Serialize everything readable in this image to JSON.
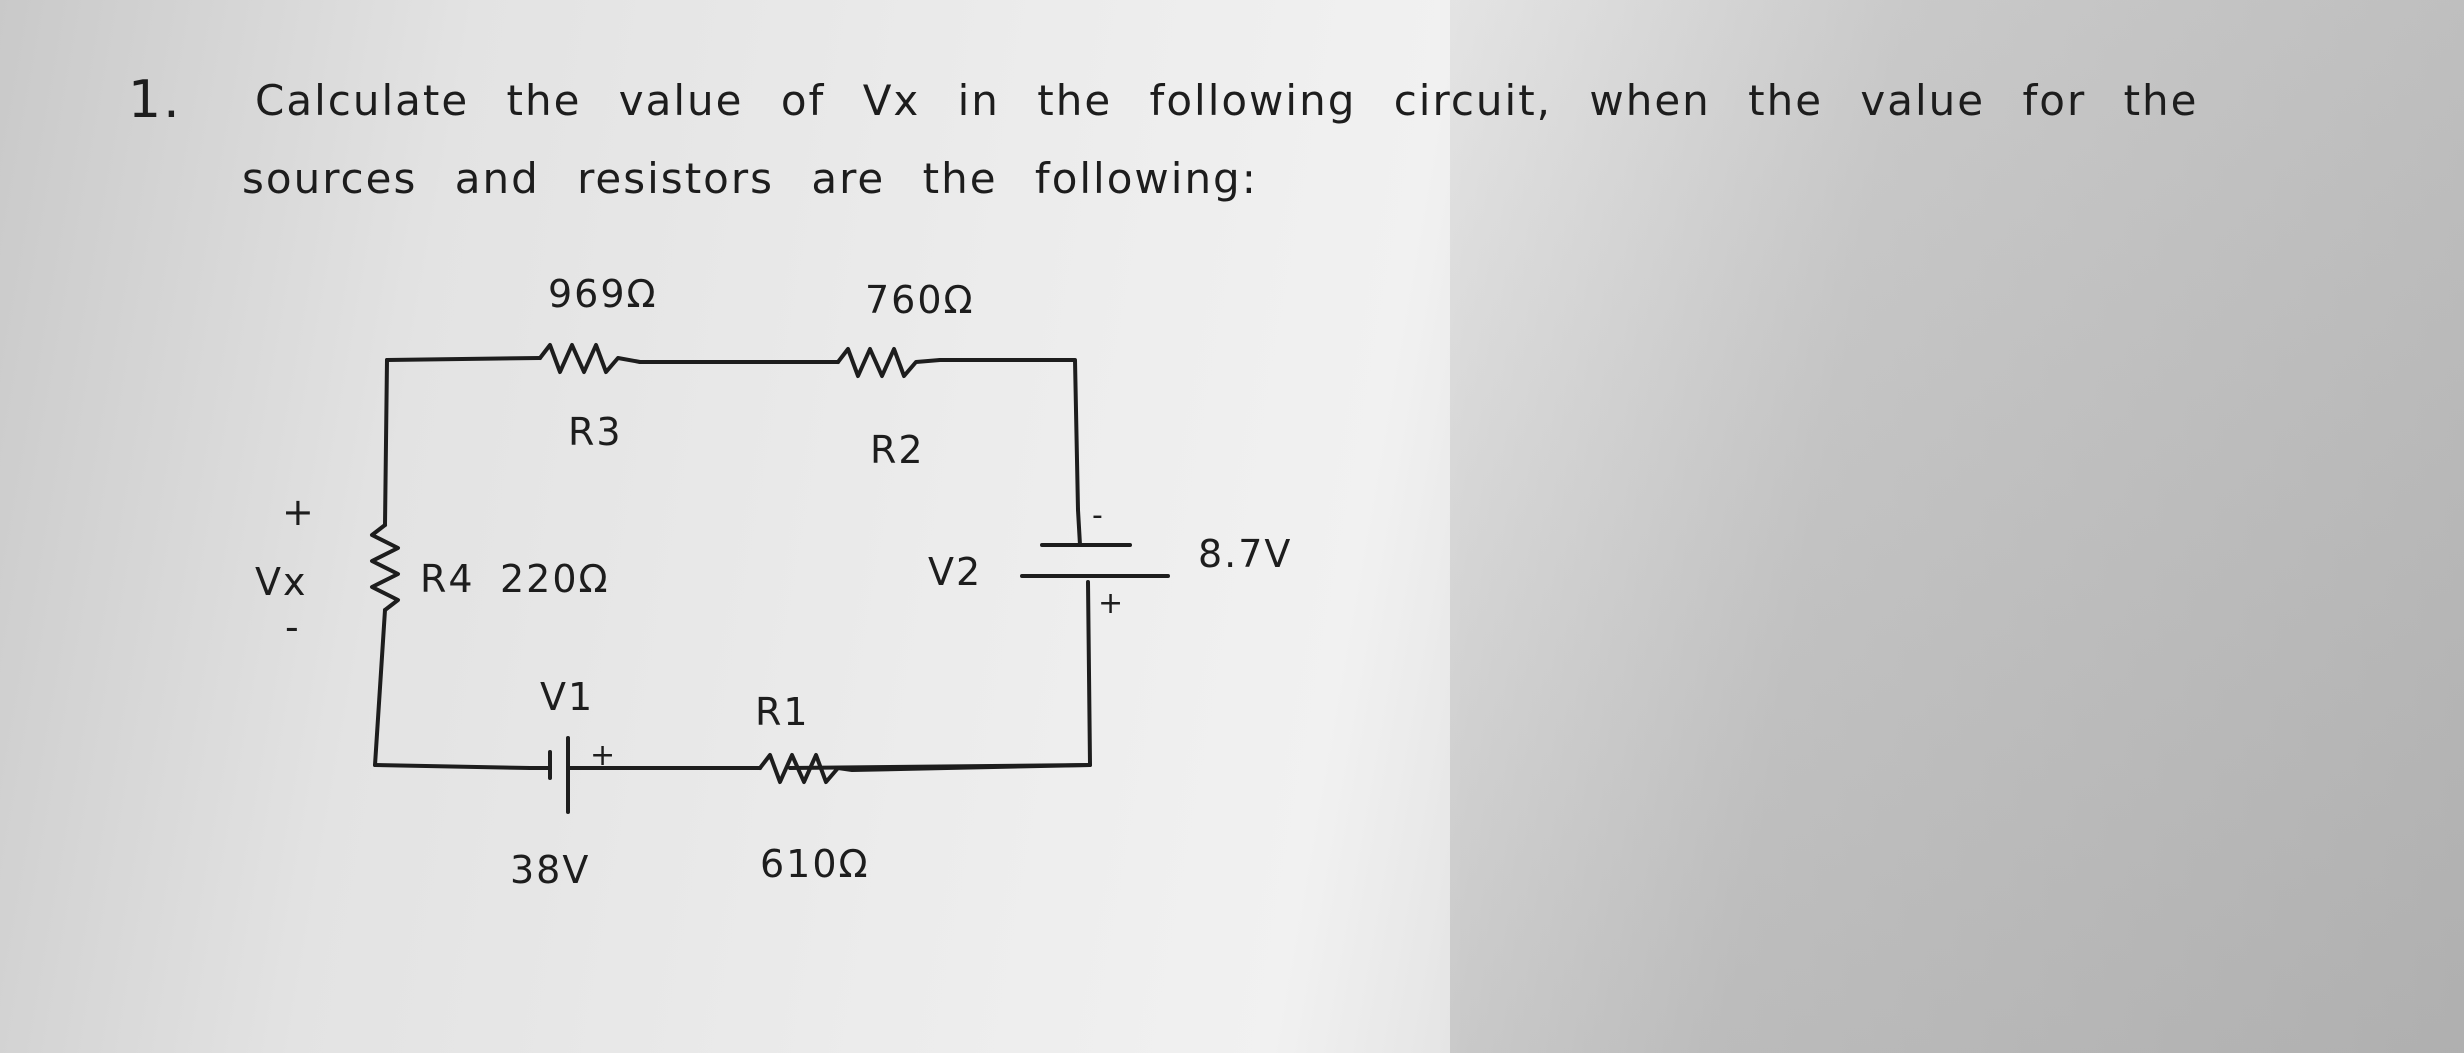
{
  "question": {
    "number": "1.",
    "line1": "Calculate the value of Vx in the following circuit, when the value for the",
    "line2": "sources and resistors are the following:"
  },
  "circuit": {
    "r3": {
      "label": "R3",
      "value": "969Ω"
    },
    "r2": {
      "label": "R2",
      "value": "760Ω"
    },
    "r4": {
      "label": "R4",
      "value": "220Ω"
    },
    "r1": {
      "label": "R1",
      "value": "610Ω"
    },
    "v1": {
      "label": "V1",
      "value": "38V",
      "plus": "+"
    },
    "v2": {
      "label": "V2",
      "value": "8.7V",
      "plus": "+",
      "minus": "-"
    },
    "vx": {
      "label": "Vx",
      "plus": "+",
      "minus": "-"
    }
  }
}
